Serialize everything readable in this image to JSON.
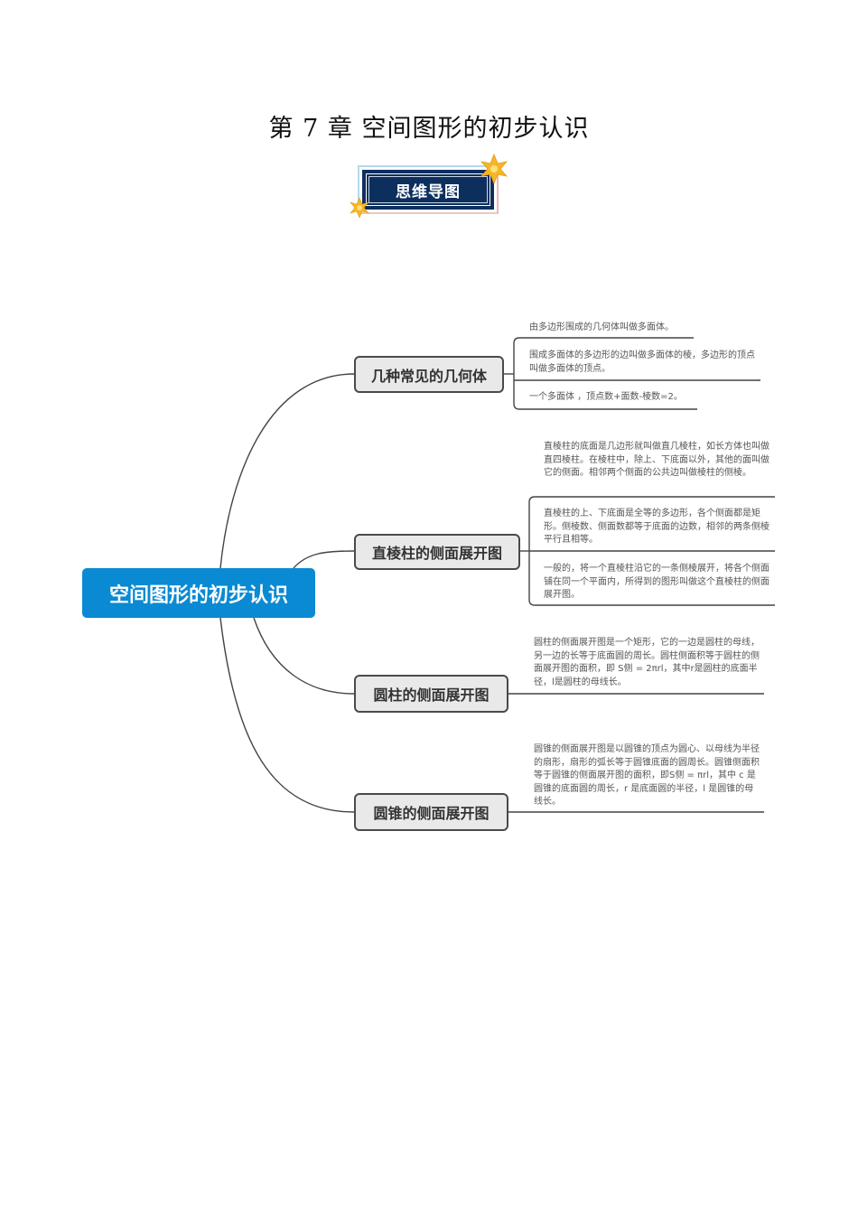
{
  "page": {
    "title": "第 7 章  空间图形的初步认识",
    "badge_label": "思维导图"
  },
  "mindmap": {
    "root": "空间图形的初步认识",
    "colors": {
      "root_fill": "#0a8ad3",
      "topic_fill": "#e9e9e9",
      "topic_border": "#4a4a4a",
      "badge_fill": "#0d2f5e",
      "star": "#f6b626",
      "line": "#444444"
    },
    "branches": [
      {
        "label": "几种常见的几何体",
        "leaves": [
          "由多边形围成的几何体叫做多面体。",
          "围成多面体的多边形的边叫做多面体的棱，多边形的顶点叫做多面体的顶点。",
          "一个多面体 ，顶点数+面数-棱数=2。"
        ]
      },
      {
        "label": "直棱柱的侧面展开图",
        "leaves": [
          "直棱柱的底面是几边形就叫做直几棱柱，如长方体也叫做直四棱柱。在棱柱中，除上、下底面以外，其他的面叫做它的侧面。相邻两个侧面的公共边叫做棱柱的侧棱。",
          "直棱柱的上、下底面是全等的多边形，各个侧面都是矩形。侧棱数、侧面数都等于底面的边数，相邻的两条侧棱平行且相等。",
          "一般的，将一个直棱柱沿它的一条侧棱展开，将各个侧面铺在同一个平面内，所得到的图形叫做这个直棱柱的侧面展开图。"
        ]
      },
      {
        "label": "圆柱的侧面展开图",
        "leaves": [
          "圆柱的侧面展开图是一个矩形，它的一边是圆柱的母线，另一边的长等于底面圆的周长。圆柱侧面积等于圆柱的侧面展开图的面积，即 S侧 = 2πrl，其中r是圆柱的底面半径，l是圆柱的母线长。"
        ]
      },
      {
        "label": "圆锥的侧面展开图",
        "leaves": [
          "圆锥的侧面展开图是以圆锥的顶点为圆心、以母线为半径的扇形，扇形的弧长等于圆锥底面的圆周长。圆锥侧面积等于圆锥的侧面展开图的面积，即S侧 = πrl，其中 c 是圆锥的底面圆的周长，r 是底面圆的半径，l 是圆锥的母线长。"
        ]
      }
    ]
  }
}
